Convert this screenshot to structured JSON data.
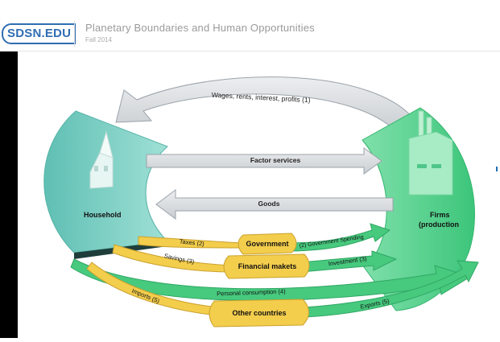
{
  "header": {
    "logo_text": "SDSN.EDU",
    "title": "Planetary Boundaries and Human Opportunities",
    "subtitle": "Fall 2014"
  },
  "diagram": {
    "arrow_wages": "Wages, rents, interest, profits (1)",
    "arrow_factor": "Factor services",
    "arrow_goods": "Goods",
    "node_household": "Household",
    "node_firms_line1": "Firms",
    "node_firms_line2": "(production",
    "node_government": "Government",
    "node_financial": "Financial makets",
    "node_other": "Other countries",
    "label_taxes": "Taxes (2)",
    "label_savings": "Savings (3)",
    "label_imports": "Imports (5)",
    "label_gov_spending": "(2) Government Spending",
    "label_investment": "Investment (3)",
    "label_consumption": "Personal consumption (4)",
    "label_exports": "Exports (5)"
  },
  "colors": {
    "household_teal": "#7ccfc2",
    "firms_green": "#4fd08a",
    "flow_yellow": "#f3cd4c",
    "flow_green": "#48c97f",
    "grey_arrow": "#d9dcdf",
    "logo_blue": "#2f6db3"
  }
}
